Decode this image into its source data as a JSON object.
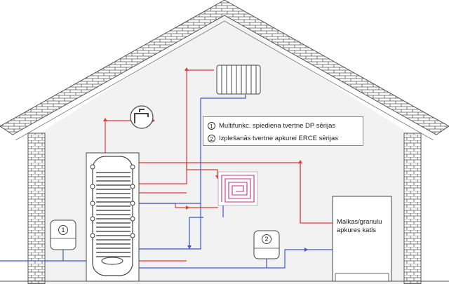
{
  "legend": {
    "items": [
      {
        "number": "1",
        "text": "Multifunkc. spiediena tvertne DP sērijas"
      },
      {
        "number": "2",
        "text": "Izplešanās tvertne apkurei ERCE sērijas"
      }
    ]
  },
  "boiler": {
    "label": "Malkas/granulu apkures katls"
  },
  "vessels": [
    {
      "number": "1"
    },
    {
      "number": "2"
    }
  ],
  "colors": {
    "hot_pipe": "#e23b3b",
    "cold_pipe": "#3b58c8",
    "brick_outline": "#555555",
    "wall_fill": "#f2f2f2"
  },
  "icons": [
    "house-roof-brick-icon",
    "radiator-icon",
    "faucet-icon",
    "floor-heating-coil-icon",
    "tank-icon",
    "expansion-vessel-icon",
    "boiler-icon"
  ]
}
